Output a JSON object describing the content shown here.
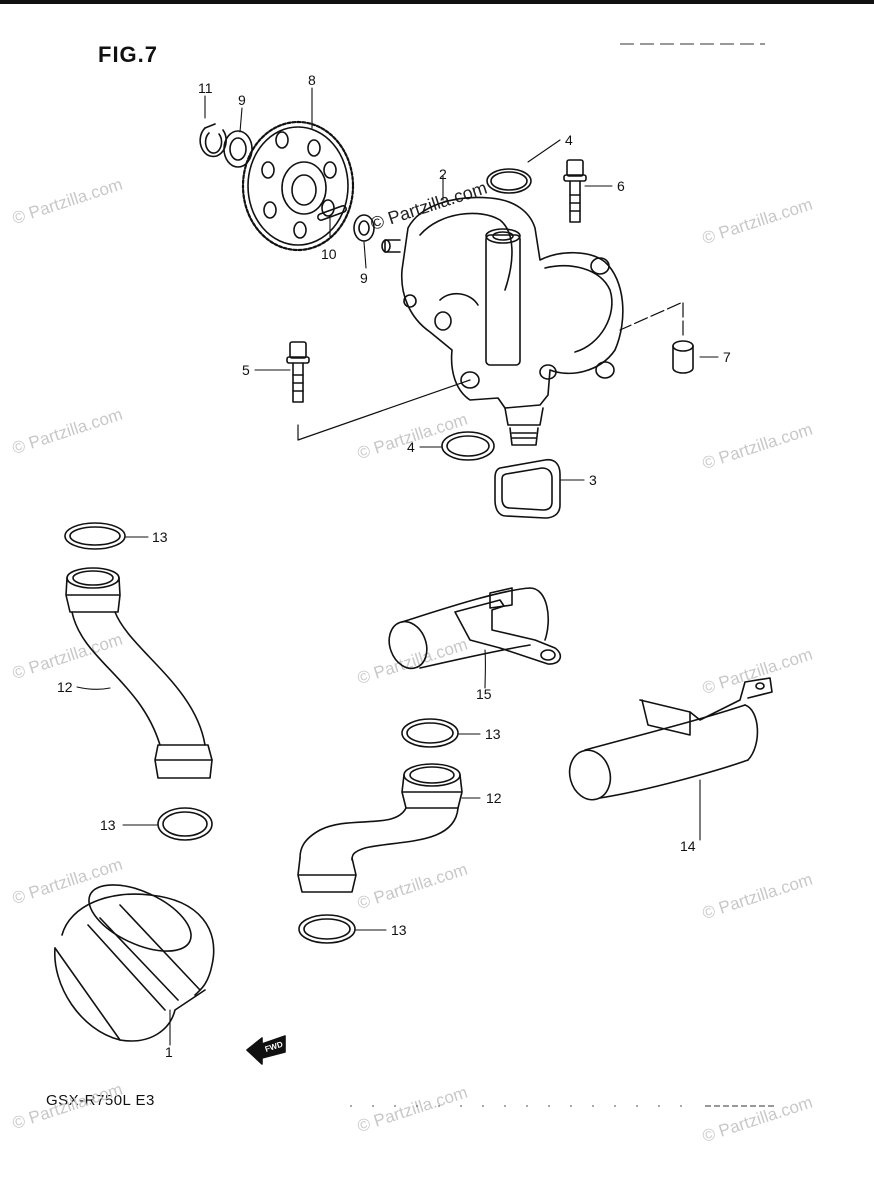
{
  "figure": {
    "title": "FIG.7",
    "model_code": "GSX-R750L  E3",
    "fwd_label": "FWD"
  },
  "watermark": {
    "text": "© Partzilla.com"
  },
  "callouts": [
    {
      "id": "c11a",
      "label": "11",
      "part": "circlip"
    },
    {
      "id": "c9a",
      "label": "9",
      "part": "washer"
    },
    {
      "id": "c8",
      "label": "8",
      "part": "oil pump driven gear"
    },
    {
      "id": "c10",
      "label": "10",
      "part": "pin"
    },
    {
      "id": "c9b",
      "label": "9",
      "part": "washer"
    },
    {
      "id": "c2",
      "label": "2",
      "part": "oil pump assy"
    },
    {
      "id": "c4a",
      "label": "4",
      "part": "o-ring"
    },
    {
      "id": "c6",
      "label": "6",
      "part": "bolt"
    },
    {
      "id": "c5",
      "label": "5",
      "part": "bolt"
    },
    {
      "id": "c7",
      "label": "7",
      "part": "dowel pin"
    },
    {
      "id": "c4b",
      "label": "4",
      "part": "o-ring"
    },
    {
      "id": "c3",
      "label": "3",
      "part": "gasket"
    },
    {
      "id": "c13a",
      "label": "13",
      "part": "o-ring"
    },
    {
      "id": "c12a",
      "label": "12",
      "part": "oil pipe"
    },
    {
      "id": "c13b",
      "label": "13",
      "part": "o-ring"
    },
    {
      "id": "c15",
      "label": "15",
      "part": "oil pipe"
    },
    {
      "id": "c13c",
      "label": "13",
      "part": "o-ring"
    },
    {
      "id": "c12b",
      "label": "12",
      "part": "oil pipe"
    },
    {
      "id": "c14",
      "label": "14",
      "part": "oil pipe"
    },
    {
      "id": "c13d",
      "label": "13",
      "part": "o-ring"
    },
    {
      "id": "c1",
      "label": "1",
      "part": "oil filter"
    }
  ]
}
